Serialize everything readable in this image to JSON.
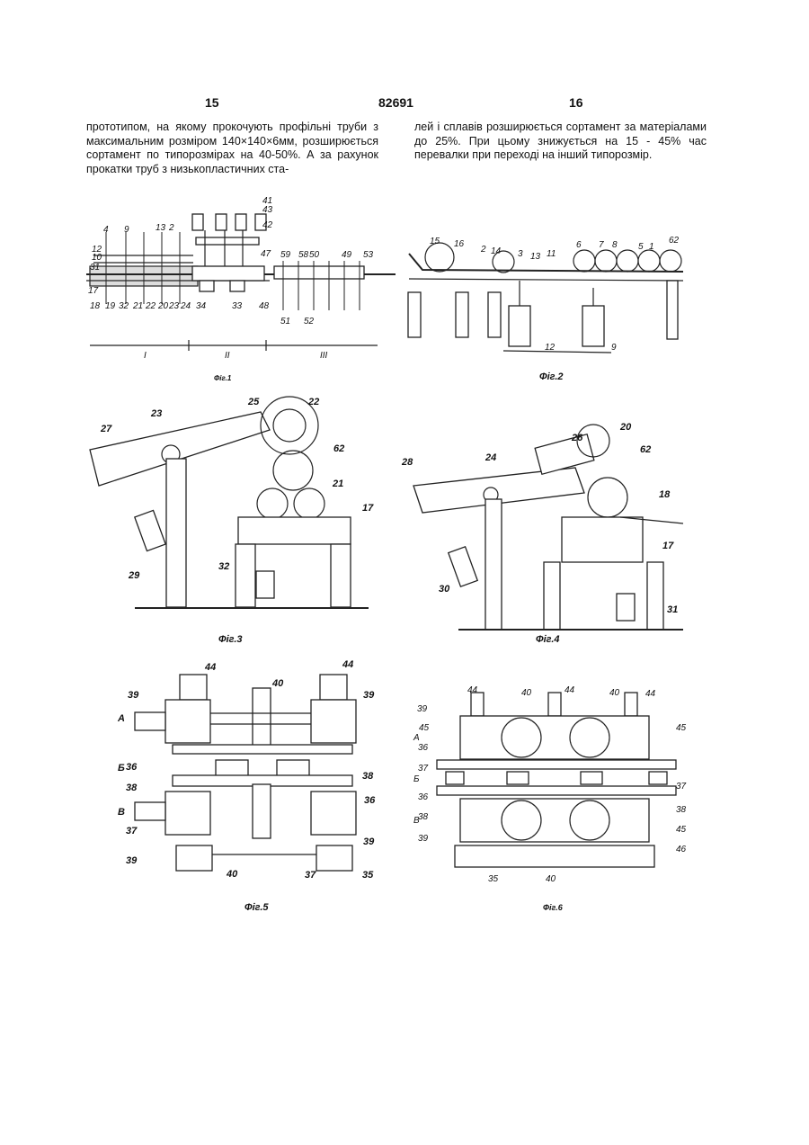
{
  "header": {
    "page_left": "15",
    "patent_no": "82691",
    "page_right": "16"
  },
  "text": {
    "left": "прототипом, на якому прокочують профільні труби з максимальним розміром 140×140×6мм, розширюється сортамент по типорозмірах на 40-50%. А за рахунок прокатки труб з низькопластичних ста-",
    "right": "лей і сплавів розширюється сортамент за матеріалами до 25%. При цьому знижується на 15 - 45% час перевалки при переході на інший типорозмір."
  },
  "figures": {
    "fig1": {
      "caption": "Фіг.1",
      "sections": [
        "I",
        "II",
        "III"
      ],
      "labels": [
        "41",
        "43",
        "42",
        "47",
        "4",
        "9",
        "13",
        "2",
        "12",
        "10",
        "31",
        "17",
        "18",
        "19",
        "32",
        "21",
        "22",
        "20",
        "23",
        "24",
        "34",
        "33",
        "48",
        "59",
        "58",
        "50",
        "49",
        "53",
        "51",
        "52"
      ]
    },
    "fig2": {
      "caption": "Фіг.2",
      "labels": [
        "15",
        "16",
        "2",
        "3",
        "14",
        "13",
        "11",
        "6",
        "7",
        "8",
        "5",
        "1",
        "62",
        "12",
        "9"
      ]
    },
    "fig3": {
      "caption": "Фіг.3",
      "labels": [
        "25",
        "22",
        "23",
        "27",
        "62",
        "21",
        "17",
        "29",
        "32"
      ]
    },
    "fig4": {
      "caption": "Фіг.4",
      "labels": [
        "20",
        "26",
        "62",
        "28",
        "24",
        "18",
        "17",
        "30",
        "31"
      ]
    },
    "fig5": {
      "caption": "Фіг.5",
      "sections": [
        "А",
        "Б",
        "В"
      ],
      "labels": [
        "44",
        "44",
        "40",
        "39",
        "39",
        "36",
        "38",
        "38",
        "36",
        "37",
        "39",
        "39",
        "40",
        "37",
        "35"
      ]
    },
    "fig6": {
      "caption": "Фіг.6",
      "sections": [
        "А",
        "Б",
        "В"
      ],
      "labels": [
        "44",
        "44",
        "44",
        "40",
        "40",
        "39",
        "45",
        "45",
        "36",
        "37",
        "37",
        "36",
        "38",
        "38",
        "39",
        "45",
        "46",
        "35",
        "40"
      ]
    }
  }
}
